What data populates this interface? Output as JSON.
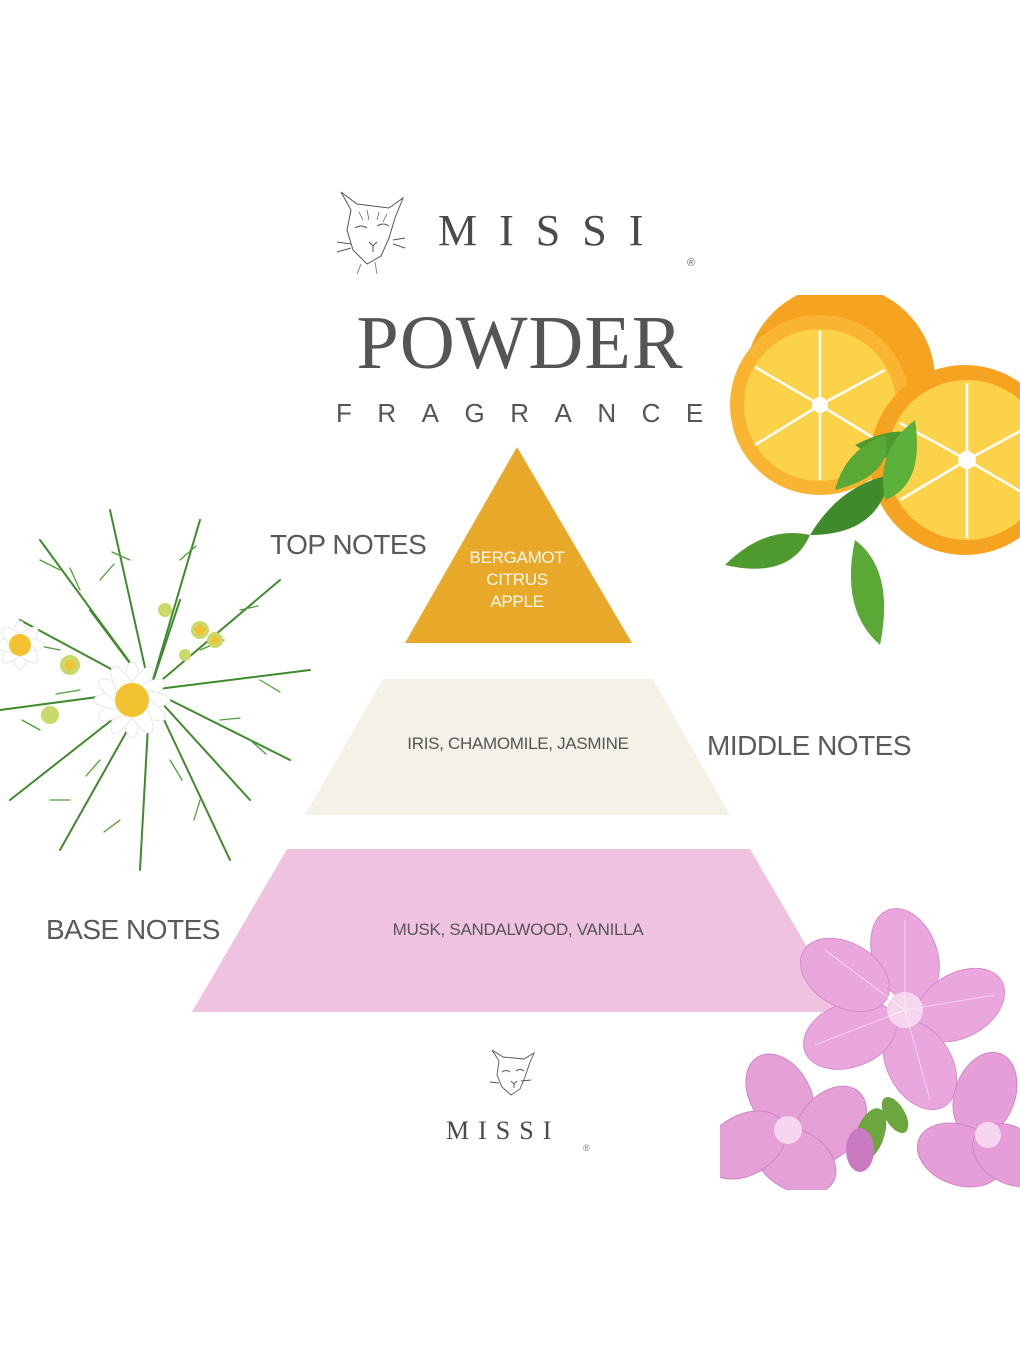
{
  "brand": {
    "name": "MISSI",
    "registered_mark": "®"
  },
  "product": {
    "title": "POWDER",
    "subtitle": "FRAGRANCE"
  },
  "pyramid": {
    "top": {
      "label": "TOP NOTES",
      "line1": "BERGAMOT",
      "line2": "CITRUS",
      "line3": "APPLE",
      "color": "#e8a92b"
    },
    "middle": {
      "label": "MIDDLE NOTES",
      "notes": "IRIS, CHAMOMILE, JASMINE",
      "color": "#f4f1e6"
    },
    "base": {
      "label": "BASE NOTES",
      "notes": "MUSK, SANDALWOOD, VANILLA",
      "color": "#efc3e0"
    }
  },
  "illustrations": {
    "left": "chamomile-flowers",
    "right_top": "oranges",
    "right_bottom": "pink-mallow-flowers",
    "logo": "cat-sketch"
  }
}
